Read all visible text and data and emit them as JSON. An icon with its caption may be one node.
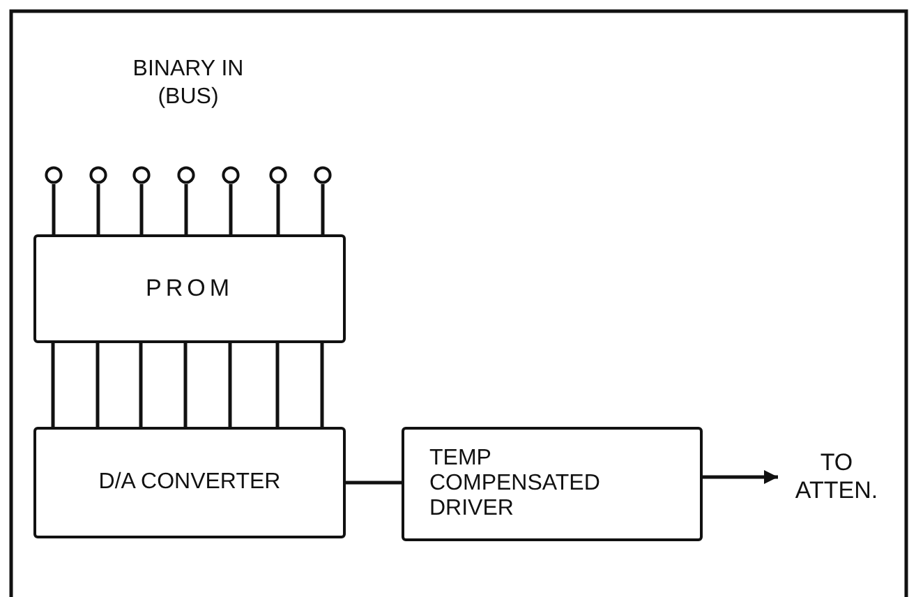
{
  "diagram": {
    "nodes": [
      {
        "text": [],
        "shape": "circle"
      },
      {
        "text": [],
        "shape": "circle"
      },
      {
        "text": [],
        "shape": "circle"
      },
      {
        "text": [],
        "shape": "circle"
      },
      {
        "text": [],
        "shape": "circle"
      },
      {
        "text": [],
        "shape": "circle"
      },
      {
        "text": [],
        "shape": "circle"
      },
      {
        "text": [
          "PROM"
        ]
      },
      {
        "text": [
          "D/A CONVERTER"
        ]
      },
      {
        "text": [
          "TEMP COMPENSATED DRIVER"
        ]
      },
      {
        "text": [
          "TO ATTEN."
        ]
      }
    ],
    "edges": [
      {
        "from": 0,
        "to": 7,
        "arrow": "none"
      },
      {
        "from": 1,
        "to": 7,
        "arrow": "none"
      },
      {
        "from": 2,
        "to": 7,
        "arrow": "none"
      },
      {
        "from": 3,
        "to": 7,
        "arrow": "none"
      },
      {
        "from": 4,
        "to": 7,
        "arrow": "none"
      },
      {
        "from": 5,
        "to": 7,
        "arrow": "none"
      },
      {
        "from": 6,
        "to": 7,
        "arrow": "none"
      },
      {
        "from": 7,
        "to": 8,
        "arrow": "none"
      },
      {
        "from": 7,
        "to": 8,
        "arrow": "none"
      },
      {
        "from": 7,
        "to": 8,
        "arrow": "none"
      },
      {
        "from": 7,
        "to": 8,
        "arrow": "none"
      },
      {
        "from": 7,
        "to": 8,
        "arrow": "none"
      },
      {
        "from": 7,
        "to": 8,
        "arrow": "none"
      },
      {
        "from": 7,
        "to": 8,
        "arrow": "none"
      },
      {
        "from": 8,
        "to": 9,
        "arrow": "none"
      },
      {
        "from": 9,
        "to": 10,
        "arrow": "to"
      }
    ],
    "labels": [
      "BINARY IN (BUS)"
    ]
  }
}
